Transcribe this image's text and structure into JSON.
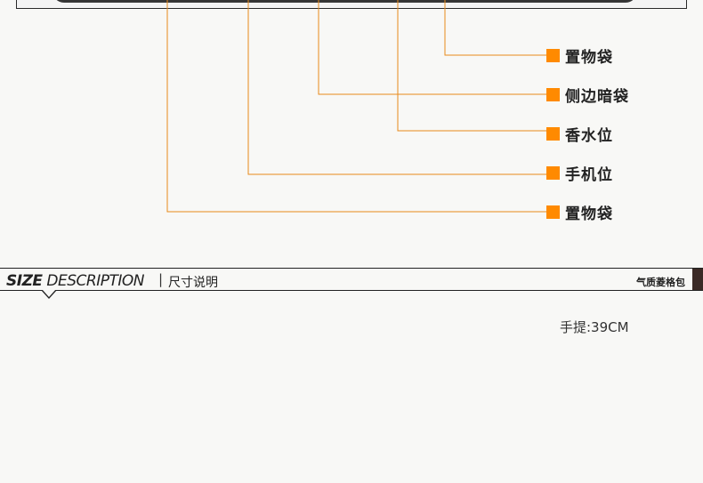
{
  "callouts": [
    {
      "label": "置物袋"
    },
    {
      "label": "侧边暗袋"
    },
    {
      "label": "香水位"
    },
    {
      "label": "手机位"
    },
    {
      "label": "置物袋"
    }
  ],
  "colors": {
    "accent": "#ff8a00",
    "line": "#e88a1a"
  },
  "size_section": {
    "title_bold": "SIZE",
    "title_rest": " DESCRIPTION",
    "separator": "|",
    "title_cn": "尺寸说明",
    "brand_tag": "气质菱格包"
  },
  "measurement": {
    "handle": "手提:39CM"
  }
}
